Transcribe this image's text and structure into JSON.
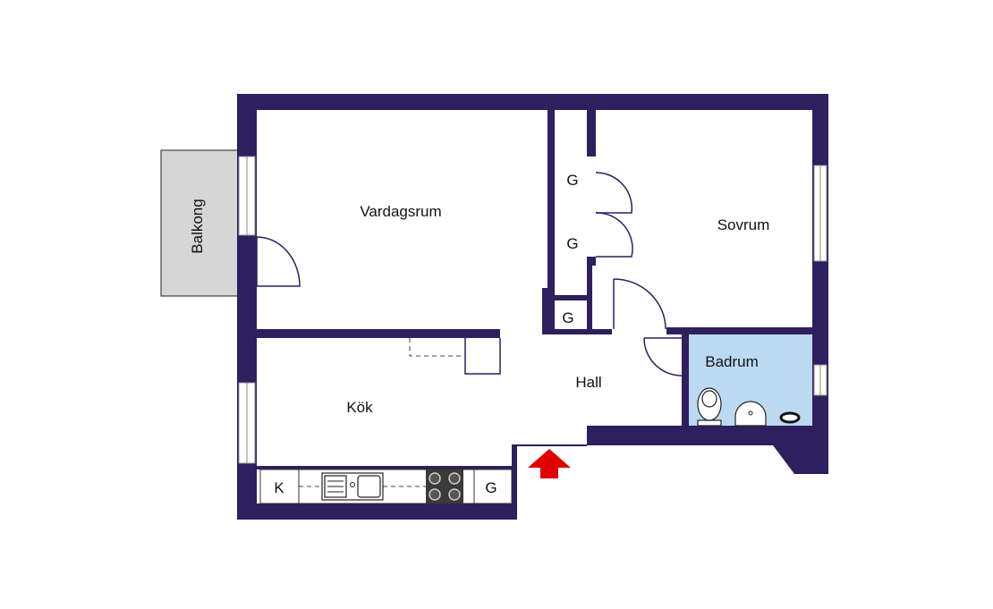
{
  "rooms": {
    "living_room": "Vardagsrum",
    "bedroom": "Sovrum",
    "balcony": "Balkong",
    "kitchen": "Kök",
    "hall": "Hall",
    "bathroom": "Badrum"
  },
  "storage": {
    "wardrobe_1": "G",
    "wardrobe_2": "G",
    "wardrobe_3": "G",
    "kitchen_cabinet": "G",
    "fridge": "K"
  },
  "colors": {
    "walls": "#2e1f5e",
    "bathroom_fill": "#bcd9f2",
    "balcony_fill": "#d6d6d6",
    "entrance_arrow": "#e00000"
  }
}
